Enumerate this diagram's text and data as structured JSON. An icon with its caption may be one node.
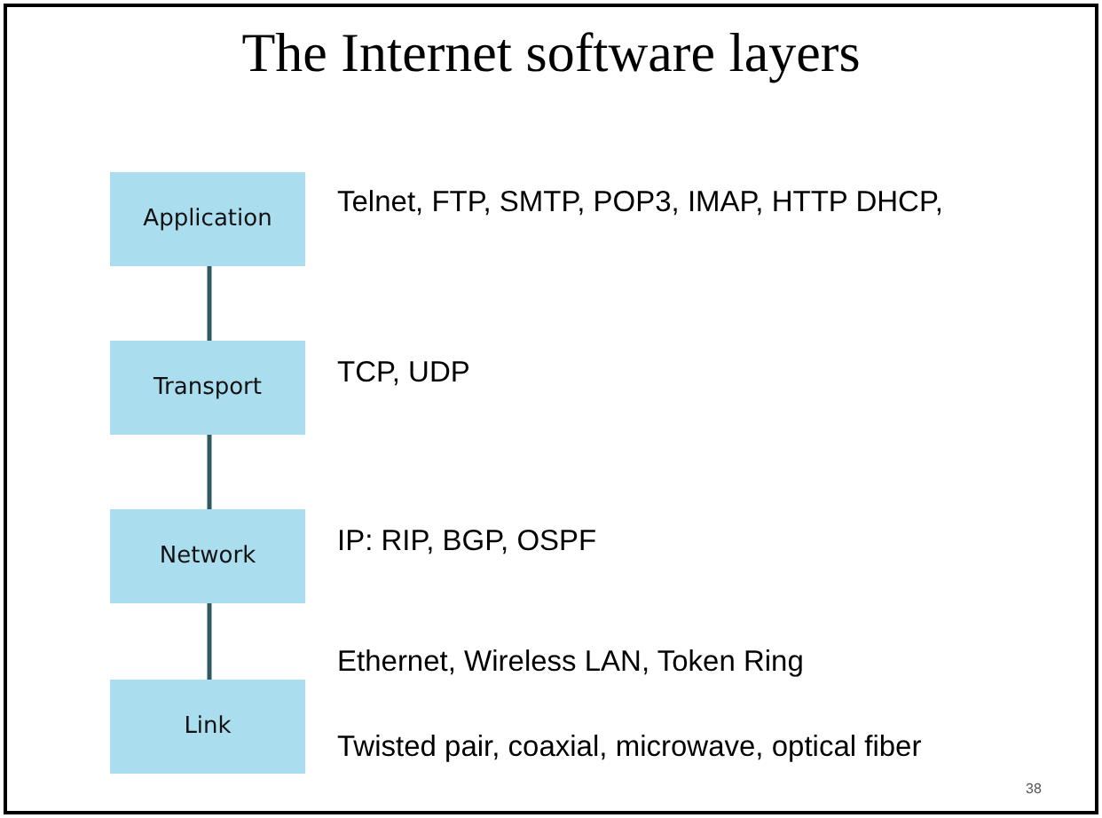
{
  "diagram": {
    "title": "The Internet software layers",
    "nodes": [
      {
        "text": [
          "Application"
        ],
        "beside": [
          "Telnet, FTP, SMTP, POP3, IMAP, HTTP DHCP,"
        ]
      },
      {
        "text": [
          "Transport"
        ],
        "beside": [
          "TCP, UDP"
        ]
      },
      {
        "text": [
          "Network"
        ],
        "beside": [
          "IP: RIP, BGP, OSPF"
        ]
      },
      {
        "text": [
          "Link"
        ],
        "beside": [
          "Ethernet, Wireless LAN, Token Ring",
          "Twisted pair, coaxial, microwave, optical fiber"
        ]
      }
    ],
    "edges": [
      {
        "from": 0,
        "to": 1,
        "arrow": "none"
      },
      {
        "from": 1,
        "to": 2,
        "arrow": "none"
      },
      {
        "from": 2,
        "to": 3,
        "arrow": "none"
      }
    ],
    "labels": [
      "38"
    ]
  }
}
